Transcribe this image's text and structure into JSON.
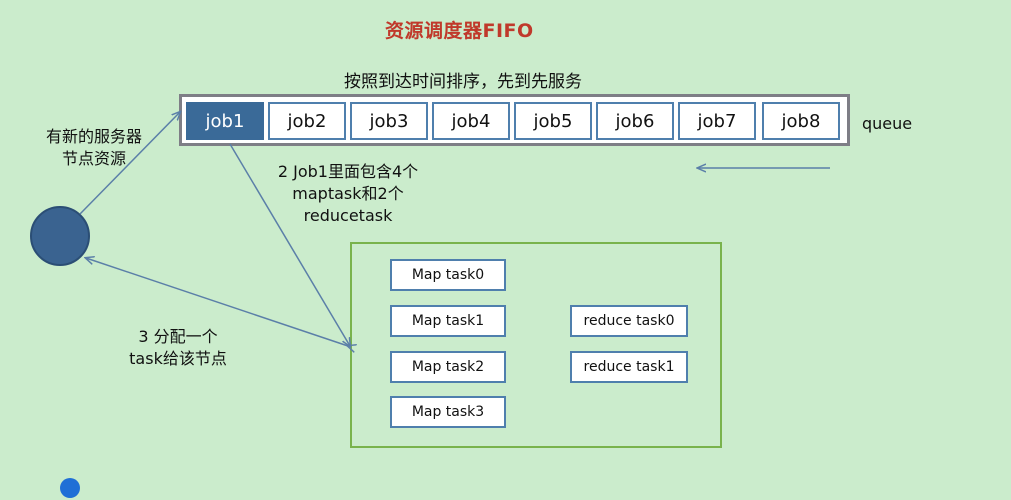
{
  "title": "资源调度器FIFO",
  "subtitle": "按照到达时间排序，先到先服务",
  "queue": {
    "label": "queue",
    "jobs": [
      "job1",
      "job2",
      "job3",
      "job4",
      "job5",
      "job6",
      "job7",
      "job8"
    ]
  },
  "notes": {
    "new_node": "有新的服务器节点资源",
    "new_node_line1": "有新的服务器",
    "new_node_line2": "节点资源",
    "job1_contains_line1": "2 Job1里面包含4个",
    "job1_contains_line2": "maptask和2个",
    "job1_contains_line3": "reducetask",
    "assign_line1": "3 分配一个",
    "assign_line2": "task给该节点"
  },
  "tasks": {
    "map": [
      "Map task0",
      "Map task1",
      "Map task2",
      "Map task3"
    ],
    "reduce": [
      "reduce task0",
      "reduce task1"
    ]
  },
  "colors": {
    "background": "#cbeccc",
    "title": "#c0392b",
    "job_border": "#4f7fad",
    "job_active": "#3a6a98",
    "green_box": "#79b34c",
    "node": "#3a6390",
    "arrow": "#5b7fa8"
  }
}
